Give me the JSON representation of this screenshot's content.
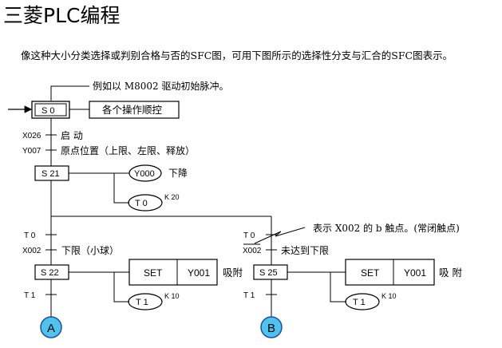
{
  "page": {
    "title": "三菱PLC编程",
    "intro": "像这种大小分类选择或判别合格与否的SFC图，可用下图所示的选择性分支与汇合的SFC图表示。"
  },
  "diagram": {
    "initial_step": "S 0",
    "initial_action": "各个操作顺控",
    "initial_note": "例如以 M8002 驱动初始脉冲。",
    "start_input": "X026",
    "start_label": "启 动",
    "origin_input": "Y007",
    "origin_label": "原点位置（上限、左限、释放）",
    "step_21": "S 21",
    "step_21_out": "Y000",
    "step_21_out_label": "下降",
    "step_21_timer": "T 0",
    "step_21_timer_k": "K 20",
    "left_branch": {
      "t0_input": "T 0",
      "x002_input": "X002",
      "x002_label": "下限（小球）",
      "step": "S 22",
      "set_cmd": "SET",
      "set_out": "Y001",
      "set_label": "吸附",
      "t1_input": "T 1",
      "timer": "T 1",
      "timer_k": "K 10",
      "connector": "A"
    },
    "right_branch": {
      "t0_input": "T 0",
      "x002_input": "X002",
      "x002_label": "未达到下限",
      "b_contact_note": "表示 X002 的 b 触点。(常闭触点)",
      "step": "S 25",
      "set_cmd": "SET",
      "set_out": "Y001",
      "set_label": "吸 附",
      "t1_input": "T 1",
      "timer": "T 1",
      "timer_k": "K 10",
      "connector": "B"
    },
    "colors": {
      "connector_fill": "#4fc3ee",
      "line": "#000000"
    }
  }
}
